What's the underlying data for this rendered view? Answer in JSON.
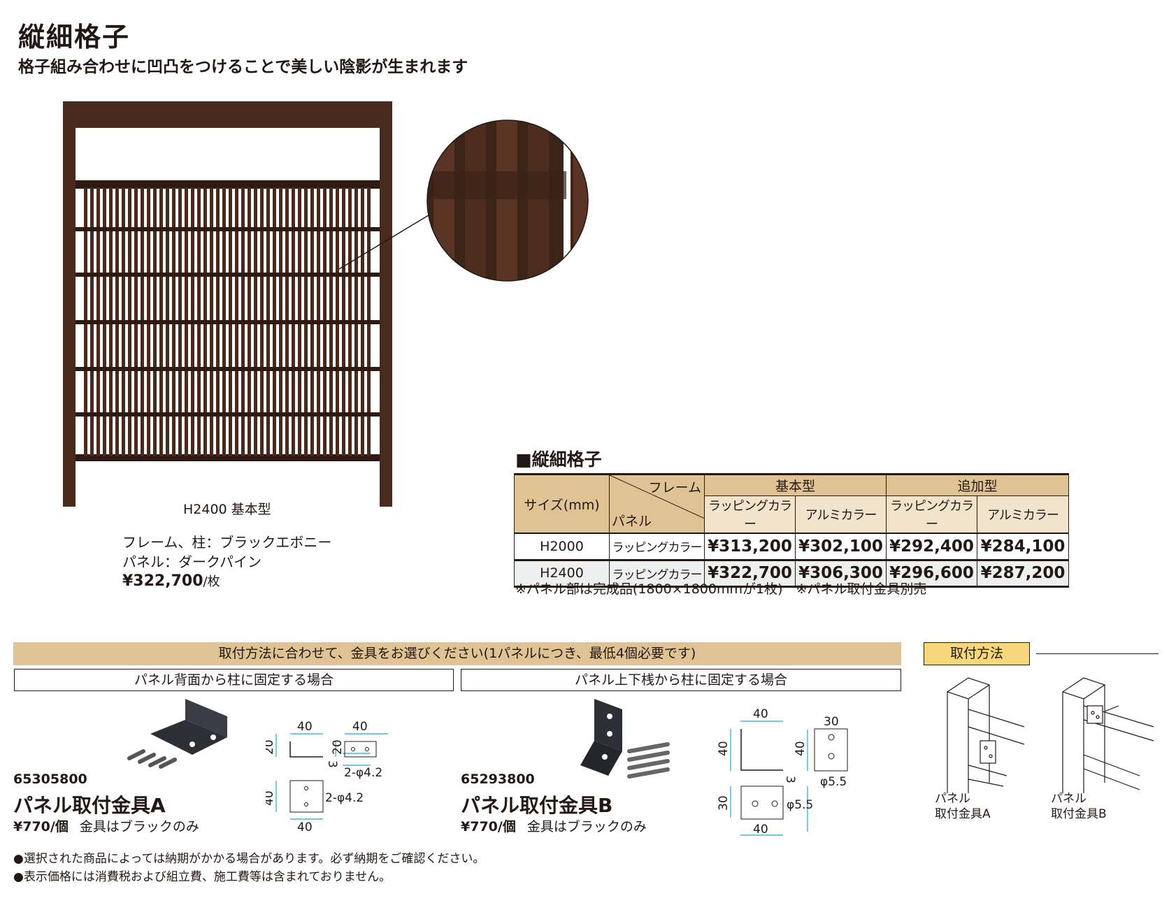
{
  "header": {
    "title": "縦細格子",
    "subtitle": "格子組み合わせに凹凸をつけることで美しい陰影が生まれます"
  },
  "product": {
    "caption": "H2400 基本型",
    "frame_spec": "フレーム、柱：ブラックエボニー",
    "panel_spec": "パネル：ダークパイン",
    "price": "¥322,700",
    "price_unit": "/枚",
    "colors": {
      "wood": "#4a2a1d",
      "wood_dark": "#2f1a12"
    }
  },
  "price_table": {
    "title": "■縦細格子",
    "size_header": "サイズ(mm)",
    "frame_header": "フレーム",
    "panel_header": "パネル",
    "groups": [
      "基本型",
      "追加型"
    ],
    "columns": [
      "ラッピングカラー",
      "アルミカラー",
      "ラッピングカラー",
      "アルミカラー"
    ],
    "rows": [
      {
        "size": "H2000",
        "panel": "ラッピングカラー",
        "prices": [
          "¥313,200",
          "¥302,100",
          "¥292,400",
          "¥284,100"
        ]
      },
      {
        "size": "H2400",
        "panel": "ラッピングカラー",
        "prices": [
          "¥322,700",
          "¥306,300",
          "¥296,600",
          "¥287,200"
        ]
      }
    ],
    "note": "※パネル部は完成品(1800×1800mmが1枚)　※パネル取付金具別売"
  },
  "hardware": {
    "banner": "取付方法に合わせて、金具をお選びください(1パネルにつき、最低4個必要です)",
    "method_a": "パネル背面から柱に固定する場合",
    "method_b": "パネル上下桟から柱に固定する場合",
    "items": [
      {
        "code": "65305800",
        "name": "パネル取付金具A",
        "price": "¥770",
        "unit": "/個",
        "note": "金具はブラックのみ",
        "dims": {
          "w1": "40",
          "h1": "20",
          "t": "3",
          "w2": "40",
          "h2": "20",
          "hole": "2-φ4.2",
          "h3": "40",
          "w3": "40",
          "hole2": "2-φ4.2"
        }
      },
      {
        "code": "65293800",
        "name": "パネル取付金具B",
        "price": "¥770",
        "unit": "/個",
        "note": "金具はブラックのみ",
        "dims": {
          "w1": "40",
          "h1": "40",
          "t": "3",
          "w2": "30",
          "h2": "40",
          "hole": "φ5.5",
          "h3": "30",
          "w3": "40",
          "hole2": "φ5.5"
        }
      }
    ],
    "install": {
      "label": "取付方法",
      "a": "パネル\n取付金具A",
      "a1": "パネル",
      "a2": "取付金具A",
      "b1": "パネル",
      "b2": "取付金具B"
    }
  },
  "footer": {
    "notes": [
      "●選択された商品によっては納期がかかる場合があります。必ず納期をご確認ください。",
      "●表示価格には消費税および組立費、施工費等は含まれておりません。"
    ]
  }
}
